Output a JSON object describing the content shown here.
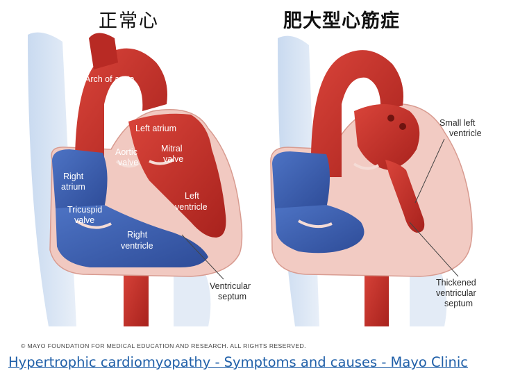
{
  "titles": {
    "normal": "正常心",
    "hcm": "肥大型心筋症"
  },
  "labels_normal": {
    "arch_of_aorta": "Arch of aorta",
    "left_atrium": "Left atrium",
    "aortic_valve": [
      "Aortic",
      "valve"
    ],
    "mitral_valve": [
      "Mitral",
      "valve"
    ],
    "right_atrium": [
      "Right",
      "atrium"
    ],
    "tricuspid_valve": [
      "Tricuspid",
      "valve"
    ],
    "left_ventricle": [
      "Left",
      "ventricle"
    ],
    "right_ventricle": [
      "Right",
      "ventricle"
    ],
    "ventricular_septum": [
      "Ventricular",
      "septum"
    ]
  },
  "labels_hcm": {
    "small_left_ventricle": [
      "Small left",
      "ventricle"
    ],
    "thickened_septum": [
      "Thickened",
      "ventricular",
      "septum"
    ]
  },
  "copyright": "© MAYO FOUNDATION FOR MEDICAL EDUCATION AND RESEARCH. ALL RIGHTS RESERVED.",
  "source_link": "Hypertrophic cardiomyopathy - Symptoms and causes - Mayo Clinic",
  "colors": {
    "artery_red": "#c8322b",
    "dark_red": "#9c1e1a",
    "vein_blue": "#3d5fb0",
    "muscle_pink": "#f0c7bf",
    "bg_blue": "#dde8f3"
  }
}
